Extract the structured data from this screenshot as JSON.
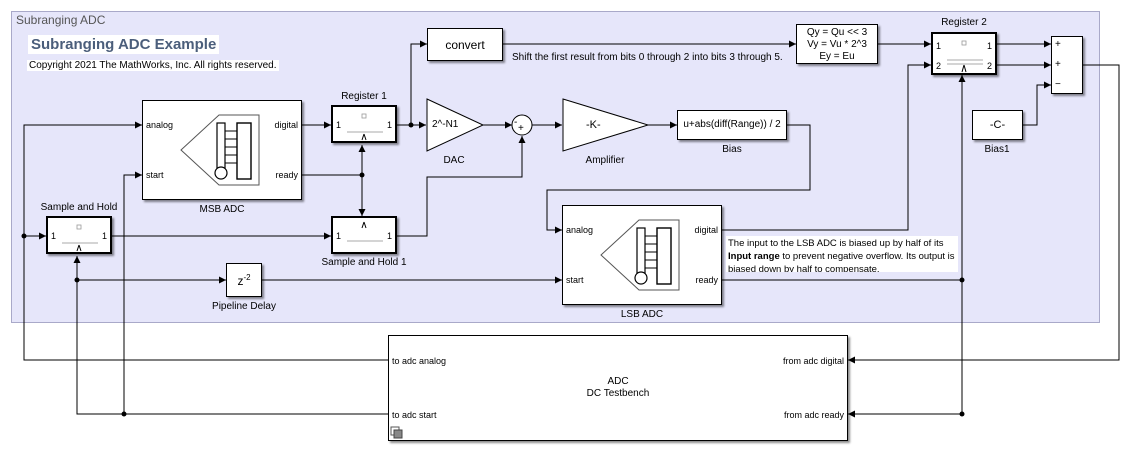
{
  "area": {
    "label": "Subranging ADC"
  },
  "title": "Subranging ADC Example",
  "copyright": "Copyright 2021 The MathWorks, Inc.  All rights reserved.",
  "blocks": {
    "msb_adc": {
      "label": "MSB ADC",
      "ports": {
        "analog": "analog",
        "start": "start",
        "digital": "digital",
        "ready": "ready"
      }
    },
    "lsb_adc": {
      "label": "LSB ADC",
      "ports": {
        "analog": "analog",
        "start": "start",
        "digital": "digital",
        "ready": "ready"
      }
    },
    "sample_hold": {
      "label": "Sample and Hold",
      "in": "1",
      "out": "1"
    },
    "sample_hold_1": {
      "label": "Sample and Hold 1",
      "in": "1",
      "out": "1"
    },
    "register_1": {
      "label": "Register 1",
      "in": "1",
      "out": "1"
    },
    "register_2": {
      "label": "Register 2",
      "in1": "1",
      "in2": "2",
      "out1": "1",
      "out2": "2"
    },
    "convert": {
      "text": "convert"
    },
    "signal_spec": {
      "line1": "Qy = Qu << 3",
      "line2": "Vy = Vu * 2^3",
      "line3": "Ey = Eu"
    },
    "dac": {
      "text": "2^-N1",
      "label": "DAC"
    },
    "sum_small": {
      "sign_left": "-",
      "sign_bottom": "+"
    },
    "amplifier": {
      "text": "-K-",
      "label": "Amplifier"
    },
    "bias": {
      "text": "u+abs(diff(Range)) / 2",
      "label": "Bias"
    },
    "bias1": {
      "text": "-C-",
      "label": "Bias1"
    },
    "sum_right": {
      "signs": [
        "+",
        "+",
        "−"
      ]
    },
    "pipeline_delay": {
      "base": "z",
      "exp": "-2",
      "label": "Pipeline Delay"
    },
    "testbench": {
      "line1": "ADC",
      "line2": "DC Testbench",
      "ports": {
        "to_analog": "to adc analog",
        "to_start": "to adc start",
        "from_digital": "from adc digital",
        "from_ready": "from adc ready"
      }
    }
  },
  "notes": {
    "shift": "Shift the first result from bits 0 through 2 into bits 3 through 5.",
    "lsb_part1": "The input to the LSB ADC is biased up by half of its ",
    "lsb_bold": "Input range",
    "lsb_part2": " to prevent negative overflow.  Its output is biased down by half to compensate."
  },
  "colors": {
    "area_fill": "#e6e6fa",
    "title_text": "#4b5e7b",
    "wire": "#000000"
  }
}
